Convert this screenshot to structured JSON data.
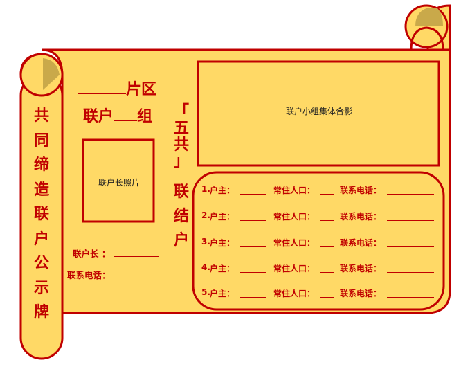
{
  "colors": {
    "accent": "#c00000",
    "scroll_fill": "#ffd966",
    "roll_fill": "#c9a94a",
    "text_black": "#222222"
  },
  "vertical_title": [
    "共",
    "同",
    "缔",
    "造",
    "联",
    "户",
    "公",
    "示",
    "牌"
  ],
  "header": {
    "district": "片区",
    "household_group_prefix": "联户",
    "household_group_suffix": "组"
  },
  "photo_leader": "联户长照片",
  "photo_group": "联户小组集体合影",
  "five_together": [
    "「",
    "五",
    "共",
    "」"
  ],
  "lianjie_hu": [
    "联",
    "结",
    "户"
  ],
  "leader_fields": {
    "leader": "联户长 ：",
    "phone": "联系电话："
  },
  "households": [
    {
      "num": "1.",
      "head": "户主：",
      "residents": "常住人口：",
      "phone": "联系电话："
    },
    {
      "num": "2.",
      "head": "户主：",
      "residents": "常住人口：",
      "phone": "联系电话："
    },
    {
      "num": "3.",
      "head": "户主：",
      "residents": "常住人口：",
      "phone": "联系电话："
    },
    {
      "num": "4.",
      "head": "户主：",
      "residents": "常住人口：",
      "phone": "联系电话："
    },
    {
      "num": "5.",
      "head": "户主：",
      "residents": "常住人口：",
      "phone": "联系电话："
    }
  ]
}
